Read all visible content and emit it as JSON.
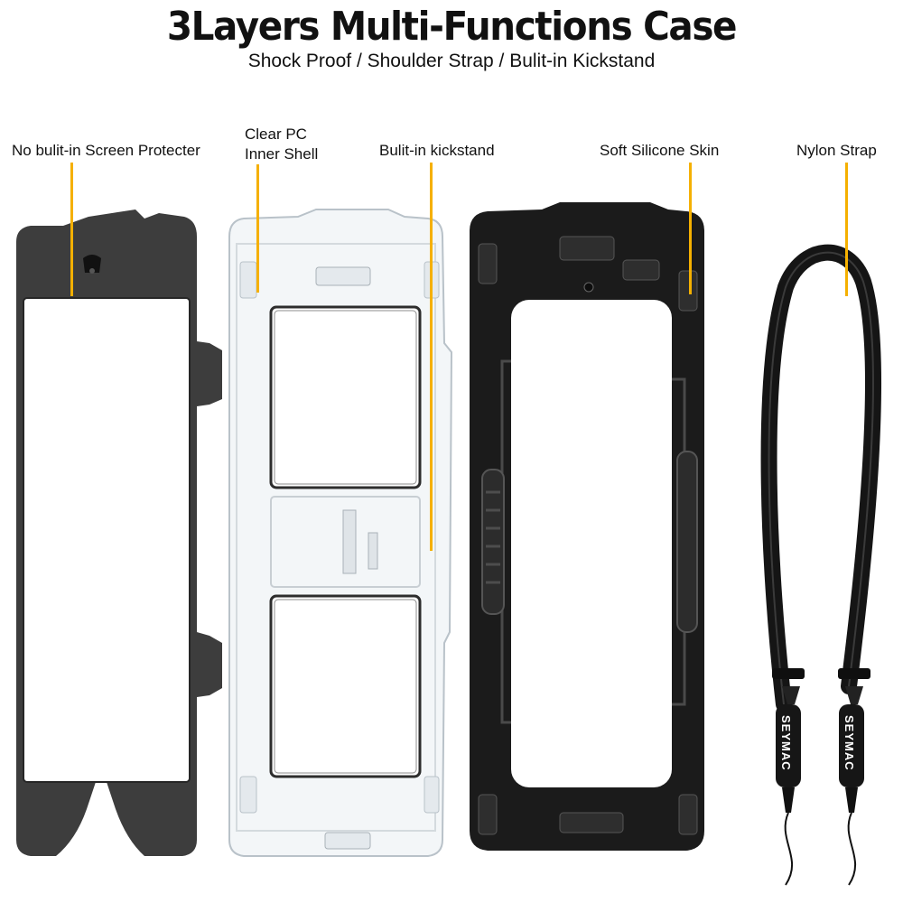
{
  "header": {
    "title": "3Layers Multi-Functions Case",
    "subtitle": "Shock Proof / Shoulder Strap / Bulit-in Kickstand"
  },
  "callouts": {
    "screen_protecter": "No bulit-in Screen Protecter",
    "clear_pc_line1": "Clear PC",
    "clear_pc_line2": "Inner Shell",
    "kickstand": "Bulit-in kickstand",
    "silicone": "Soft Silicone Skin",
    "strap": "Nylon Strap"
  },
  "strap_tag_left": "SEYMAC",
  "strap_tag_right": "SEYMAC",
  "colors": {
    "accent": "#f5b000",
    "case_black": "#1a1a1a",
    "frame_grey": "#3c3c3c",
    "clear_shell": "#e9eef2"
  }
}
